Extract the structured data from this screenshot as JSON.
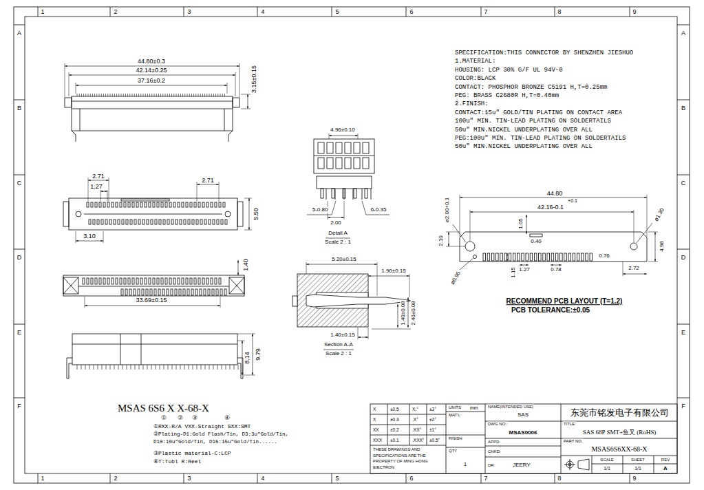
{
  "diagram": {
    "labels": [
      "1",
      "2",
      "3",
      "4",
      "5",
      "6",
      "7",
      "8",
      "9",
      "1",
      "2",
      "3",
      "4",
      "5",
      "6",
      "7",
      "8",
      "9",
      "A",
      "B",
      "C",
      "D",
      "E",
      "F",
      "A",
      "B",
      "C",
      "D",
      "E",
      "F",
      "44.80±0.3",
      "42.14±0.25",
      "37.16±0.2",
      "3.15±0.15",
      "2.71",
      "1.27",
      "2.71",
      "5.50",
      "3.10",
      "1.40",
      "33.69±0.15",
      "8.14",
      "9.79",
      "4.96±0.10",
      "5-0.80",
      "6-0.35",
      "2.00",
      "Detail A",
      "Scale 2 : 1",
      "5.20±0.15",
      "1.90±0.15",
      "1.40±0.08",
      "2.40±0.08",
      "1.40±0.15",
      "Section A-A",
      "Scale 2 : 1",
      "SPECIFICATION:THIS CONNECTOR BY SHENZHEN JIESHUO",
      "1.MATERIAL:",
      "HOUSING: LCP 30% G/F UL 94V-0",
      "COLOR:BLACK",
      "CONTACT: PHOSPHOR BRONZE C5191 H,T=0.25mm",
      "PEG: BRASS C2680R H,T=0.40mm",
      "2.FINISH:",
      "CONTACT:15u″ GOLD/TIN PLATING ON CONTACT AREA",
      "100u″ MIN. TIN-LEAD PLATING ON SOLDERTAILS",
      "50u″ MIN.NICKEL UNDERPLATING OVER ALL",
      "PEG:100u″ MIN. TIN-LEAD PLATING ON SOLDERTAILS",
      "50u″ MIN.NICKEL UNDERPLATING OVER ALL",
      "44.80",
      "+0.1",
      "42.16-0.1",
      "ø2.00+0.1",
      "ø1.30",
      "2.10",
      "1.05",
      "0.40",
      "4.98",
      "1.27",
      "0.78",
      "0.76",
      "2.72",
      "1.15",
      "ø0.90",
      "RECOMMEND PCB LAYOUT (T=1.2)",
      "PCB TOLERANCE:±0.05",
      "MSAS 6S6 X X-68-X",
      "①",
      "②",
      "③",
      "④",
      "①RXX-R/A VXX-Straight SXX:SMT",
      "②Plating-D1:Gold Flash/Tin, D3:3u″Gold/Tin, D10:10u″Gold/Tin, D15:15u″Gold/Tin......",
      "③Plastic material-C:LCP",
      "④T:Tubl R:Reel",
      "X",
      "±0.5",
      "X.°",
      "±3°",
      "X",
      "±0.3",
      ".X°",
      "±2°",
      "XX",
      "±0.2",
      ".XX°",
      "±1°",
      "XXX",
      "±0.1",
      ".XXX°",
      "±0.5°",
      "THESE DRAWINGS AND SPECIFICATIONS ARE THE PROPERTY OF MING HONG EIECTRON",
      "UNITS",
      "mm",
      "MAT'L",
      "FINISH",
      "QTY",
      "1",
      "NAME(INTENDED USE)",
      "SAS",
      "DWG NO.:",
      "MSAS0006",
      "APPD:",
      "CHKD:",
      "DR:",
      "JEERY",
      "东莞市铭发电子有限公司",
      "TITLE:",
      "SAS 68P SMT+鱼叉 (RoHS)",
      "PART NO.",
      "MSAS6S6XX-68-X",
      "SCALE",
      "SHEET",
      "REV",
      "1/1",
      "1/1",
      "A"
    ]
  }
}
